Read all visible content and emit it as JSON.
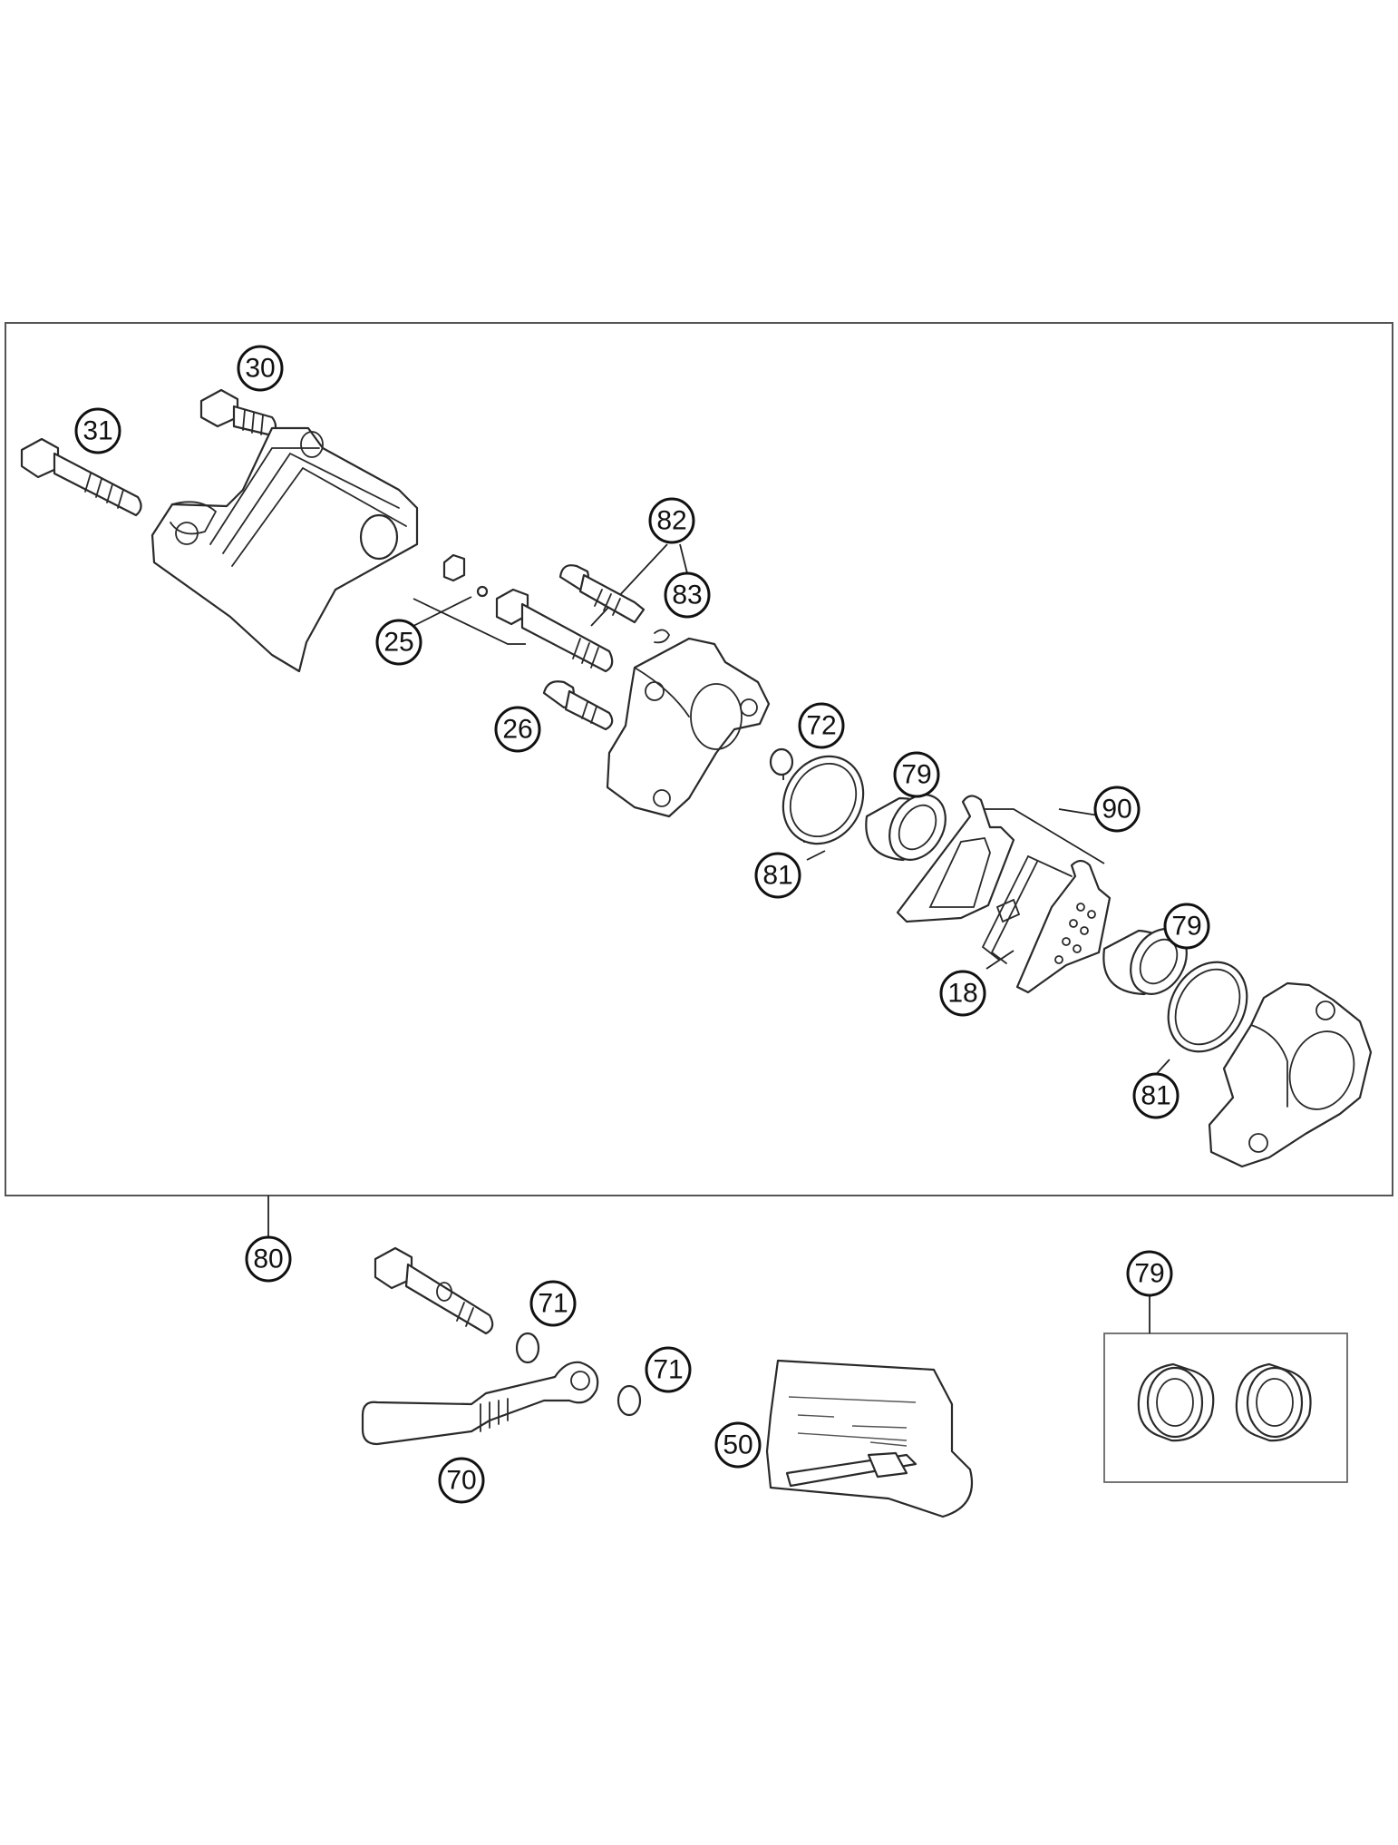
{
  "callouts": [
    {
      "id": "c30a",
      "label": "30"
    },
    {
      "id": "c31",
      "label": "31"
    },
    {
      "id": "c82",
      "label": "82"
    },
    {
      "id": "c83",
      "label": "83"
    },
    {
      "id": "c25",
      "label": "25"
    },
    {
      "id": "c26",
      "label": "26"
    },
    {
      "id": "c72",
      "label": "72"
    },
    {
      "id": "c79a",
      "label": "79"
    },
    {
      "id": "c90",
      "label": "90"
    },
    {
      "id": "c81a",
      "label": "81"
    },
    {
      "id": "c79b",
      "label": "79"
    },
    {
      "id": "c18",
      "label": "18"
    },
    {
      "id": "c81b",
      "label": "81"
    },
    {
      "id": "c80",
      "label": "80"
    },
    {
      "id": "c71a",
      "label": "71"
    },
    {
      "id": "c71b",
      "label": "71"
    },
    {
      "id": "c50",
      "label": "50"
    },
    {
      "id": "c70",
      "label": "70"
    },
    {
      "id": "c79c",
      "label": "79"
    }
  ]
}
